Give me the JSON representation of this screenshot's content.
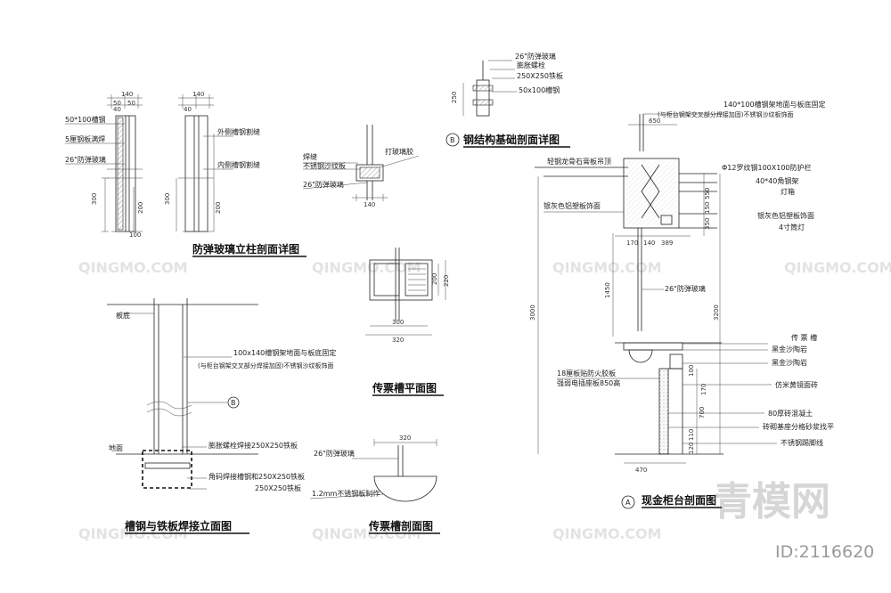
{
  "titles": {
    "column_section": "防弹玻璃立柱剖面详图",
    "steel_foundation": "钢结构基础剖面详图",
    "ticket_plan": "传票槽平面图",
    "channel_weld": "槽钢与铁板焊接立面图",
    "ticket_section": "传票槽剖面图",
    "counter_section": "现金柜台剖面图"
  },
  "column_section": {
    "labels": [
      "50*100槽钢",
      "5厘钢板满焊",
      "26\"防弹玻璃",
      "外侧槽钢割缝",
      "内侧槽钢割缝"
    ],
    "dims": [
      "140",
      "50",
      "50",
      "40",
      "140",
      "40",
      "300",
      "200",
      "100",
      "300",
      "200"
    ]
  },
  "steel_foundation": {
    "marker": "B",
    "labels": [
      "26\"防弹玻璃",
      "膨胀螺栓",
      "250X250铁板",
      "50x100槽钢"
    ],
    "dims": [
      "250"
    ]
  },
  "joint_detail": {
    "labels": [
      "焊缝",
      "不锈钢沙纹板",
      "26\"防弹玻璃",
      "打玻璃胶"
    ],
    "dims": [
      "140"
    ]
  },
  "ticket_plan": {
    "dims": [
      "300",
      "320",
      "200",
      "220"
    ]
  },
  "channel_weld": {
    "marker": "B",
    "labels": [
      "板底",
      "100x140槽钢架地面与板底固定",
      "(与柜台钢架交叉部分焊接加固)不锈钢沙纹板饰面",
      "地面",
      "膨胀螺栓焊接250X250铁板",
      "角码焊接槽钢和250X250铁板",
      "250X250铁板"
    ]
  },
  "ticket_section": {
    "labels": [
      "26\"防弹玻璃",
      "1.2mm不锈钢板制作"
    ],
    "dims": [
      "320"
    ]
  },
  "counter_section": {
    "marker": "A",
    "labels": [
      "轻钢龙骨石膏板吊顶",
      "140*100槽钢架地面与板底固定",
      "(与柜台钢架交叉部分焊接加固)不锈钢沙纹板饰面",
      "Φ12罗纹钢100X100防护栏",
      "40*40角钢架",
      "灯箱",
      "银灰色铝塑板饰面",
      "银灰色铝塑板饰面",
      "4寸筒灯",
      "26\"防弹玻璃",
      "传 票 槽",
      "黑金沙陶岩",
      "黑金沙陶岩",
      "18厘板贴防火胶板",
      "强弱电插座板850高",
      "仿米黄镜面砖",
      "80厚砖混凝土",
      "砖砌基座分格砂浆找平",
      "不锈钢踢脚线"
    ],
    "dims": [
      "650",
      "170",
      "140",
      "389",
      "150",
      "350",
      "550",
      "1450",
      "3000",
      "3200",
      "100",
      "170",
      "700",
      "110",
      "120",
      "470"
    ]
  },
  "watermark": {
    "brand": "QINGMO.COM",
    "big": "青模网",
    "id": "ID:2116620"
  }
}
